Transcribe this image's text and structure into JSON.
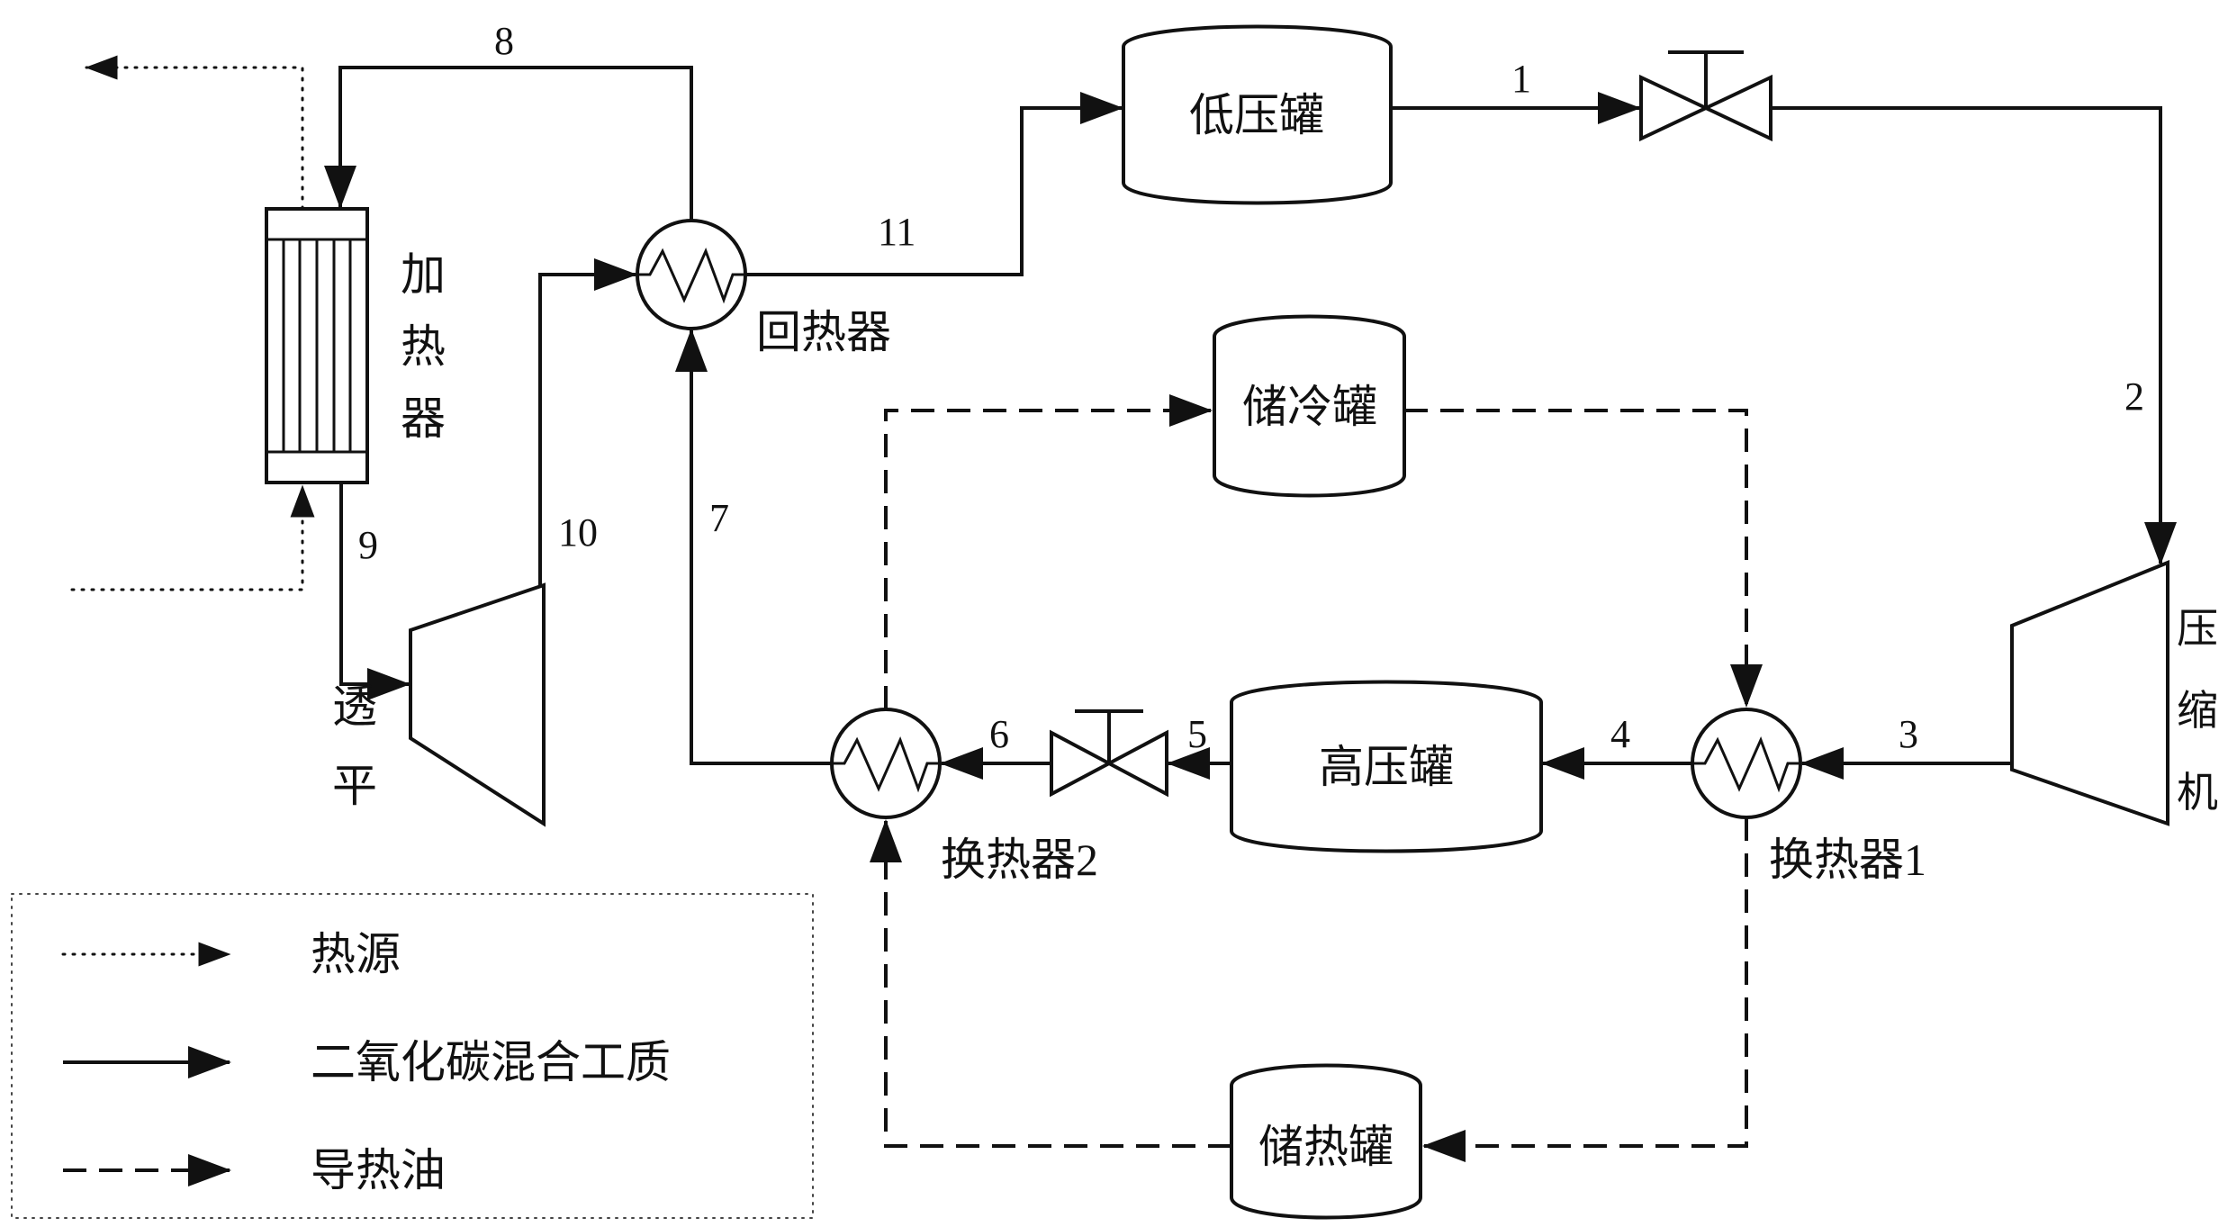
{
  "diagram_title": "CO2 mixed working fluid energy storage system flow diagram",
  "colors": {
    "line": "#111111",
    "background": "#ffffff"
  },
  "components": {
    "heater": {
      "label": "加热器"
    },
    "recuperator": {
      "label": "回热器"
    },
    "lp_tank": {
      "label": "低压罐"
    },
    "hp_tank": {
      "label": "高压罐"
    },
    "cold_tank": {
      "label": "储冷罐"
    },
    "hot_tank": {
      "label": "储热罐"
    },
    "hx1": {
      "label": "换热器1"
    },
    "hx2": {
      "label": "换热器2"
    },
    "compressor": {
      "label": "压缩机"
    },
    "turbine": {
      "label": "透平"
    }
  },
  "streams": {
    "s1": "1",
    "s2": "2",
    "s3": "3",
    "s4": "4",
    "s5": "5",
    "s6": "6",
    "s7": "7",
    "s8": "8",
    "s9": "9",
    "s10": "10",
    "s11": "11"
  },
  "legend": {
    "items": [
      {
        "label": "热源",
        "line_style": "dotted"
      },
      {
        "label": "二氧化碳混合工质",
        "line_style": "solid"
      },
      {
        "label": "导热油",
        "line_style": "dashed"
      }
    ]
  }
}
